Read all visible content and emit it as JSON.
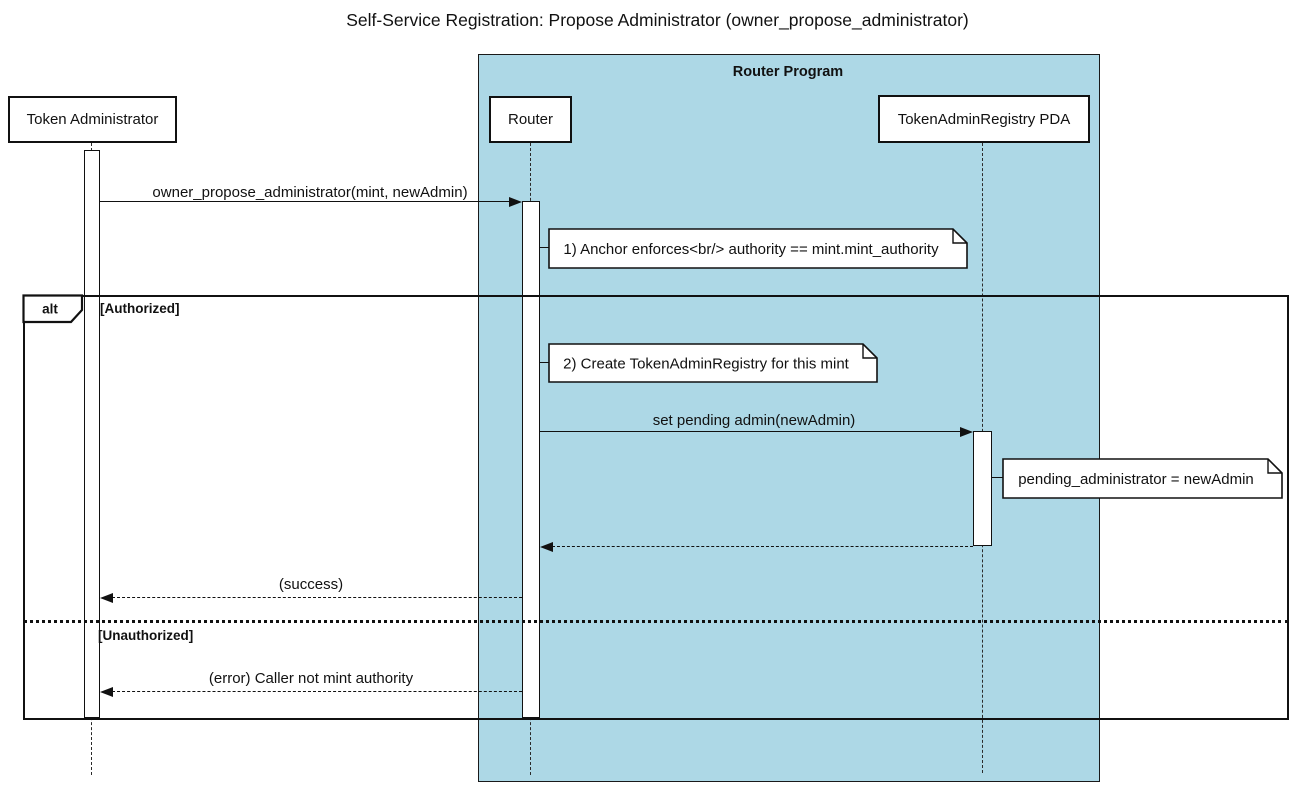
{
  "title": "Self-Service Registration: Propose Administrator (owner_propose_administrator)",
  "container": {
    "label": "Router Program"
  },
  "participants": [
    {
      "id": "token-administrator",
      "label": "Token Administrator"
    },
    {
      "id": "router",
      "label": "Router"
    },
    {
      "id": "token-admin-registry-pda",
      "label": "TokenAdminRegistry PDA"
    }
  ],
  "frame": {
    "operator": "alt",
    "branch_authorized": "[Authorized]",
    "branch_unauthorized": "[Unauthorized]"
  },
  "messages": {
    "propose": "owner_propose_administrator(mint, newAdmin)",
    "set_pending": "set pending admin(newAdmin)",
    "success": "(success)",
    "error": "(error) Caller not mint authority"
  },
  "notes": {
    "anchor_enforces": "1) Anchor enforces<br/> authority == mint.mint_authority",
    "create_registry": "2) Create TokenAdminRegistry for this mint",
    "pending_admin": "pending_administrator = newAdmin"
  },
  "colors": {
    "container_fill": "#add8e6",
    "box_fill": "#ffffff",
    "line": "#111111"
  }
}
